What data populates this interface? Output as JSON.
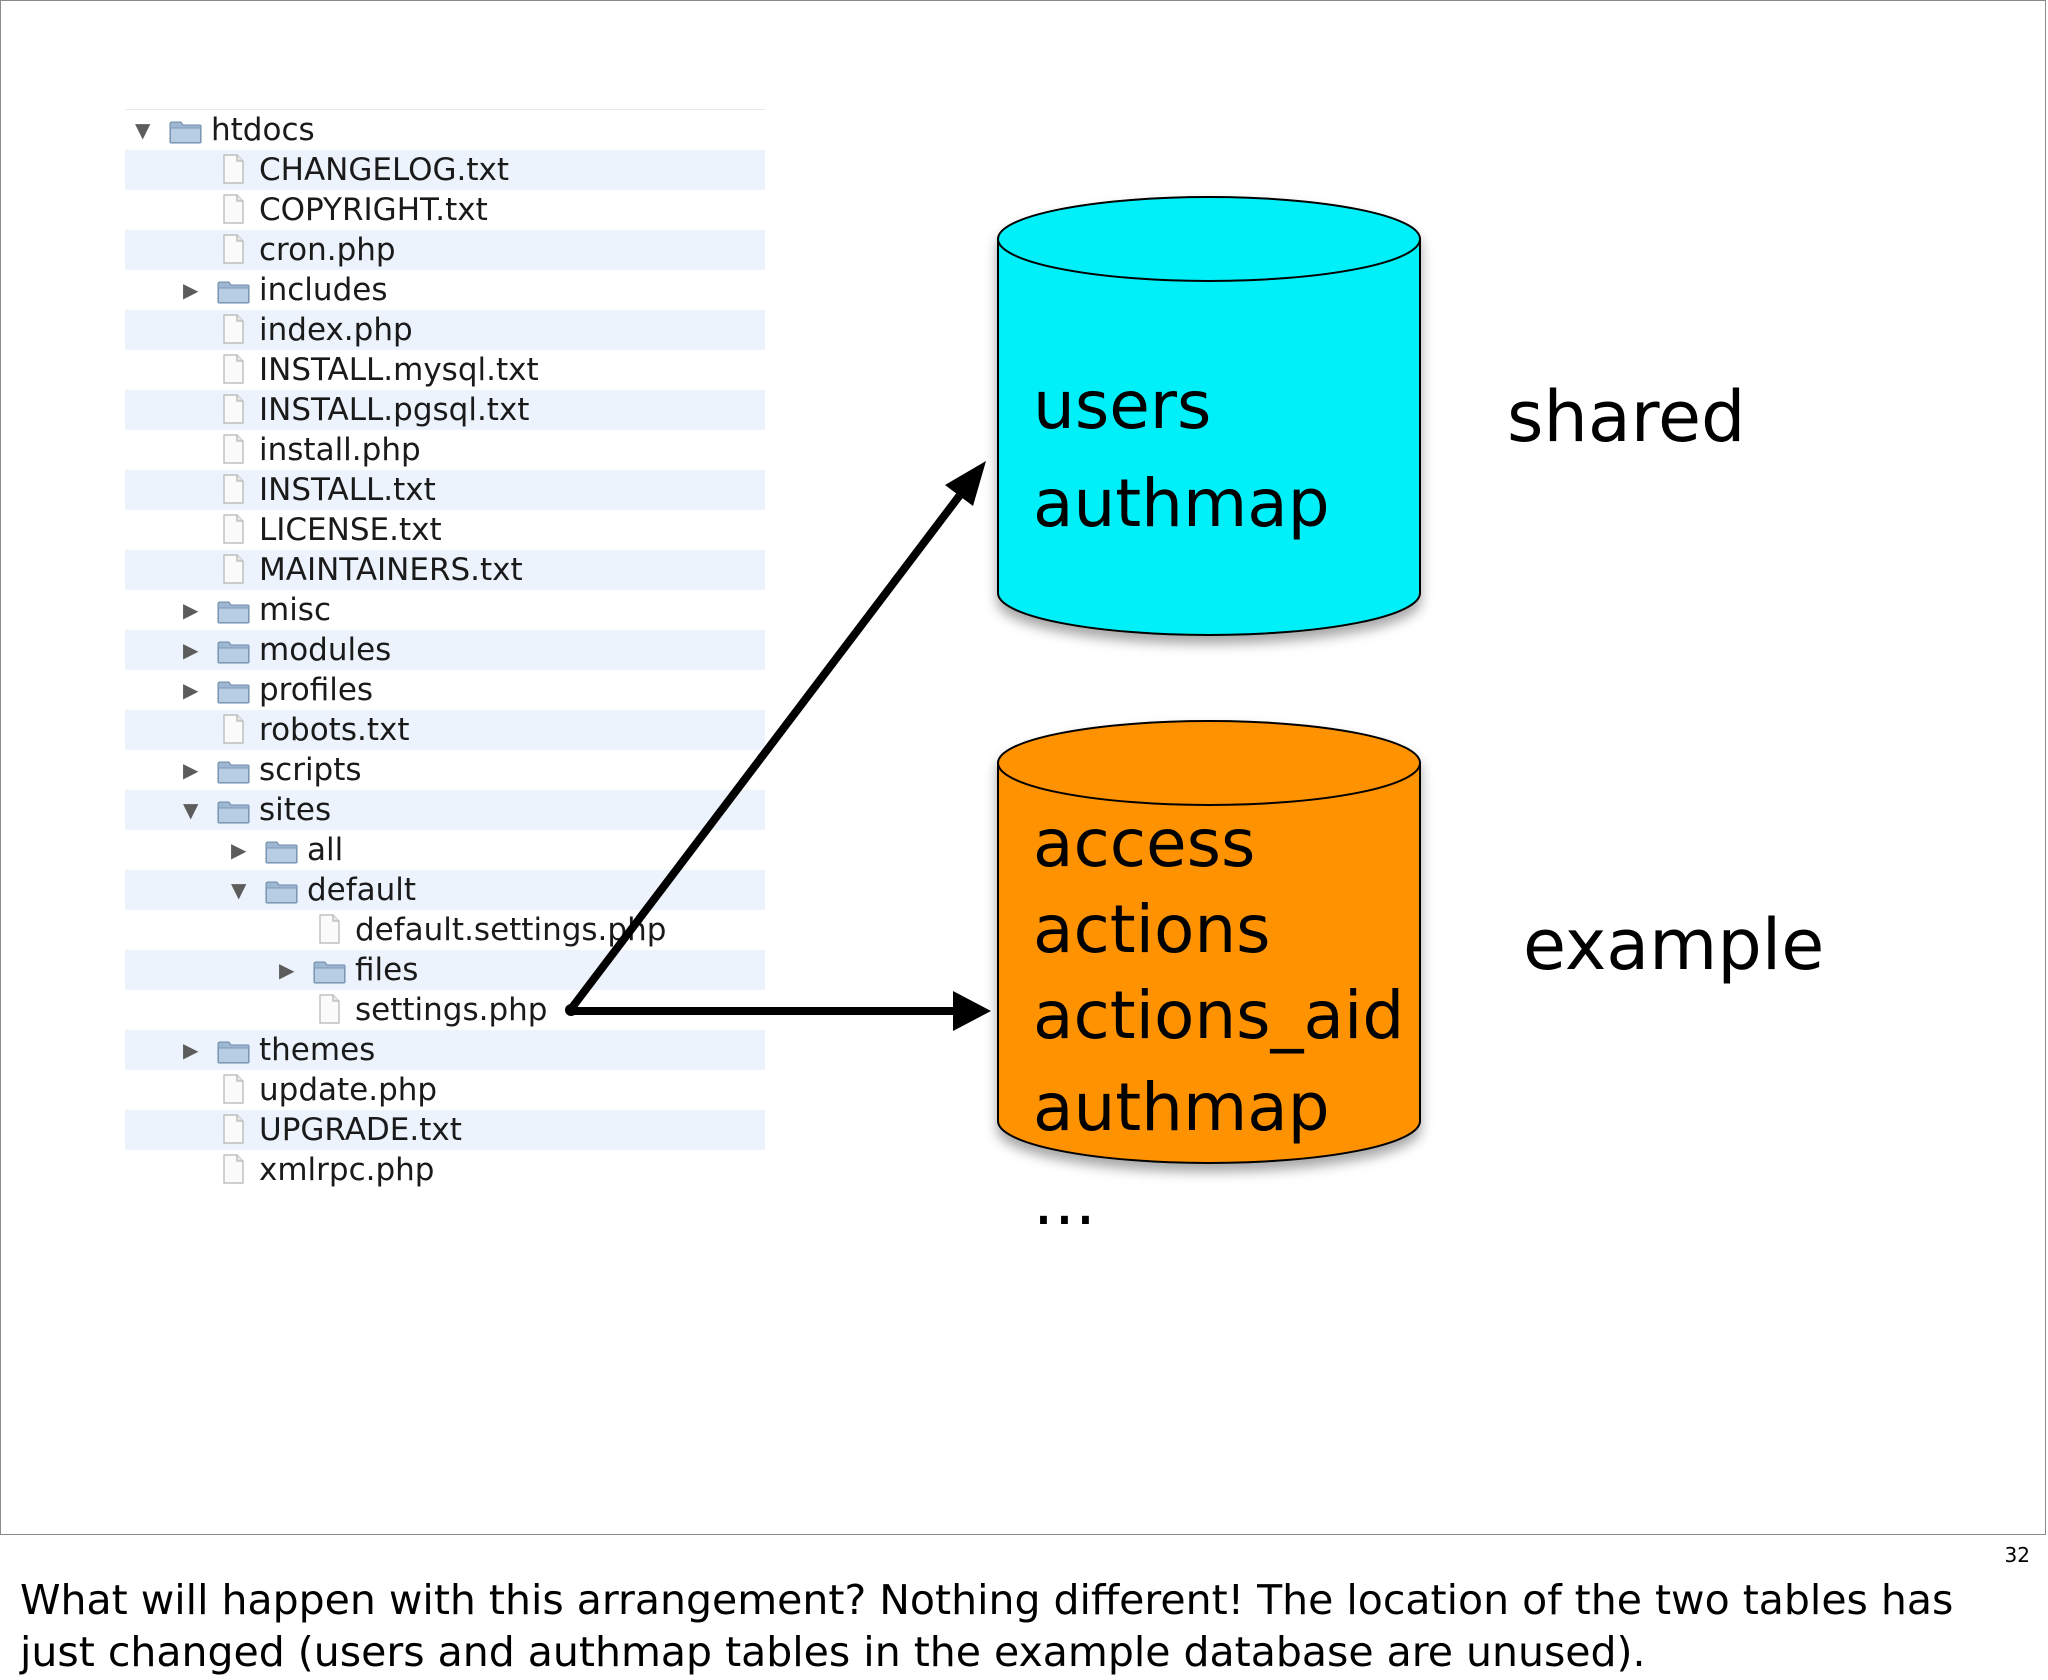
{
  "tree": [
    {
      "name": "htdocs",
      "type": "folder",
      "depth": 0,
      "state": "expanded"
    },
    {
      "name": "CHANGELOG.txt",
      "type": "file",
      "depth": 1
    },
    {
      "name": "COPYRIGHT.txt",
      "type": "file",
      "depth": 1
    },
    {
      "name": "cron.php",
      "type": "file",
      "depth": 1
    },
    {
      "name": "includes",
      "type": "folder",
      "depth": 1,
      "state": "collapsed"
    },
    {
      "name": "index.php",
      "type": "file",
      "depth": 1
    },
    {
      "name": "INSTALL.mysql.txt",
      "type": "file",
      "depth": 1
    },
    {
      "name": "INSTALL.pgsql.txt",
      "type": "file",
      "depth": 1
    },
    {
      "name": "install.php",
      "type": "file",
      "depth": 1
    },
    {
      "name": "INSTALL.txt",
      "type": "file",
      "depth": 1
    },
    {
      "name": "LICENSE.txt",
      "type": "file",
      "depth": 1
    },
    {
      "name": "MAINTAINERS.txt",
      "type": "file",
      "depth": 1
    },
    {
      "name": "misc",
      "type": "folder",
      "depth": 1,
      "state": "collapsed"
    },
    {
      "name": "modules",
      "type": "folder",
      "depth": 1,
      "state": "collapsed"
    },
    {
      "name": "profiles",
      "type": "folder",
      "depth": 1,
      "state": "collapsed"
    },
    {
      "name": "robots.txt",
      "type": "file",
      "depth": 1
    },
    {
      "name": "scripts",
      "type": "folder",
      "depth": 1,
      "state": "collapsed"
    },
    {
      "name": "sites",
      "type": "folder",
      "depth": 1,
      "state": "expanded"
    },
    {
      "name": "all",
      "type": "folder",
      "depth": 2,
      "state": "collapsed"
    },
    {
      "name": "default",
      "type": "folder",
      "depth": 2,
      "state": "expanded"
    },
    {
      "name": "default.settings.php",
      "type": "file",
      "depth": 3
    },
    {
      "name": "files",
      "type": "folder",
      "depth": 3,
      "state": "collapsed"
    },
    {
      "name": "settings.php",
      "type": "file",
      "depth": 3
    },
    {
      "name": "themes",
      "type": "folder",
      "depth": 1,
      "state": "collapsed"
    },
    {
      "name": "update.php",
      "type": "file",
      "depth": 1
    },
    {
      "name": "UPGRADE.txt",
      "type": "file",
      "depth": 1
    },
    {
      "name": "xmlrpc.php",
      "type": "file",
      "depth": 1
    }
  ],
  "databases": {
    "shared": {
      "label": "shared",
      "color": "#00f0fa",
      "tables": [
        "users",
        "authmap"
      ]
    },
    "example": {
      "label": "example",
      "color": "#ff9200",
      "tables": [
        "access",
        "actions",
        "actions_aid",
        "authmap"
      ],
      "more": "..."
    }
  },
  "page_number": "32",
  "speaker_note": "What will happen with this arrangement? Nothing different! The location of the two tables has just changed (users and authmap tables in the example database are unused).",
  "colors": {
    "row_alt": "#edf3fd",
    "folder": "#9db7d2",
    "arrow": "#000000"
  }
}
